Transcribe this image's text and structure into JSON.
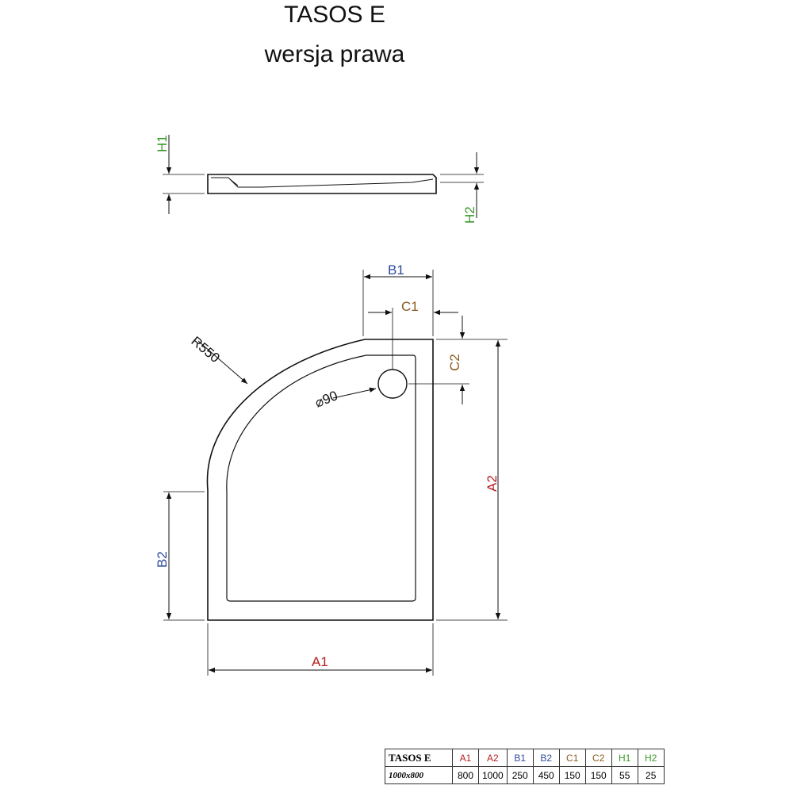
{
  "title": {
    "line1": "TASOS E",
    "line2": "wersja prawa"
  },
  "dimension_labels": {
    "h1": "H1",
    "h2": "H2",
    "b1": "B1",
    "c1": "C1",
    "c2": "C2",
    "a1": "A1",
    "a2": "A2",
    "b2": "B2",
    "radius": "R550",
    "drain": "⌀90"
  },
  "colors": {
    "A": "#b22222",
    "B": "#2e4a9e",
    "C": "#8b5a1e",
    "H": "#3a9a2a",
    "line": "#111111"
  },
  "spec_table": {
    "model": "TASOS E",
    "size": "1000x800",
    "headers": [
      "A1",
      "A2",
      "B1",
      "B2",
      "C1",
      "C2",
      "H1",
      "H2"
    ],
    "values": [
      "800",
      "1000",
      "250",
      "450",
      "150",
      "150",
      "55",
      "25"
    ]
  }
}
